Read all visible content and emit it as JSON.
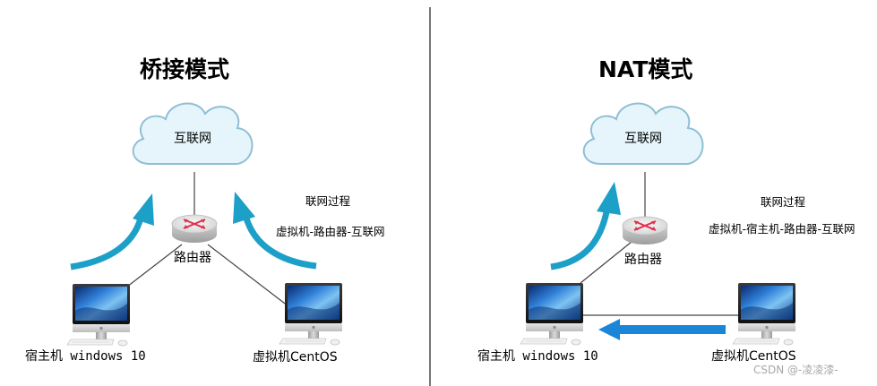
{
  "colors": {
    "flow_arrow": "#1da0c8",
    "forward_arrow": "#1b86d8",
    "cloud_fill": "#e6f5fc",
    "cloud_stroke": "#8fbfd4",
    "divider": "#4a4a4a",
    "link_line": "#444444",
    "router_x": "#e0304f"
  },
  "panels": [
    {
      "title": "桥接模式",
      "internet_label": "互联网",
      "router_label": "路由器",
      "host_label": "宿主机 windows 10",
      "vm_label": "虚拟机CentOS",
      "process_title": "联网过程",
      "process_path": "虚拟机-路由器-互联网",
      "icons": {
        "internet": "cloud-icon",
        "router": "router-icon",
        "host": "desktop-monitor-icon",
        "vm": "desktop-monitor-icon"
      }
    },
    {
      "title": "NAT模式",
      "internet_label": "互联网",
      "router_label": "路由器",
      "host_label": "宿主机 windows 10",
      "vm_label": "虚拟机CentOS",
      "process_title": "联网过程",
      "process_path": "虚拟机-宿主机-路由器-互联网",
      "icons": {
        "internet": "cloud-icon",
        "router": "router-icon",
        "host": "desktop-monitor-icon",
        "vm": "desktop-monitor-icon"
      }
    }
  ],
  "watermark": "CSDN @-凌凌漆-"
}
